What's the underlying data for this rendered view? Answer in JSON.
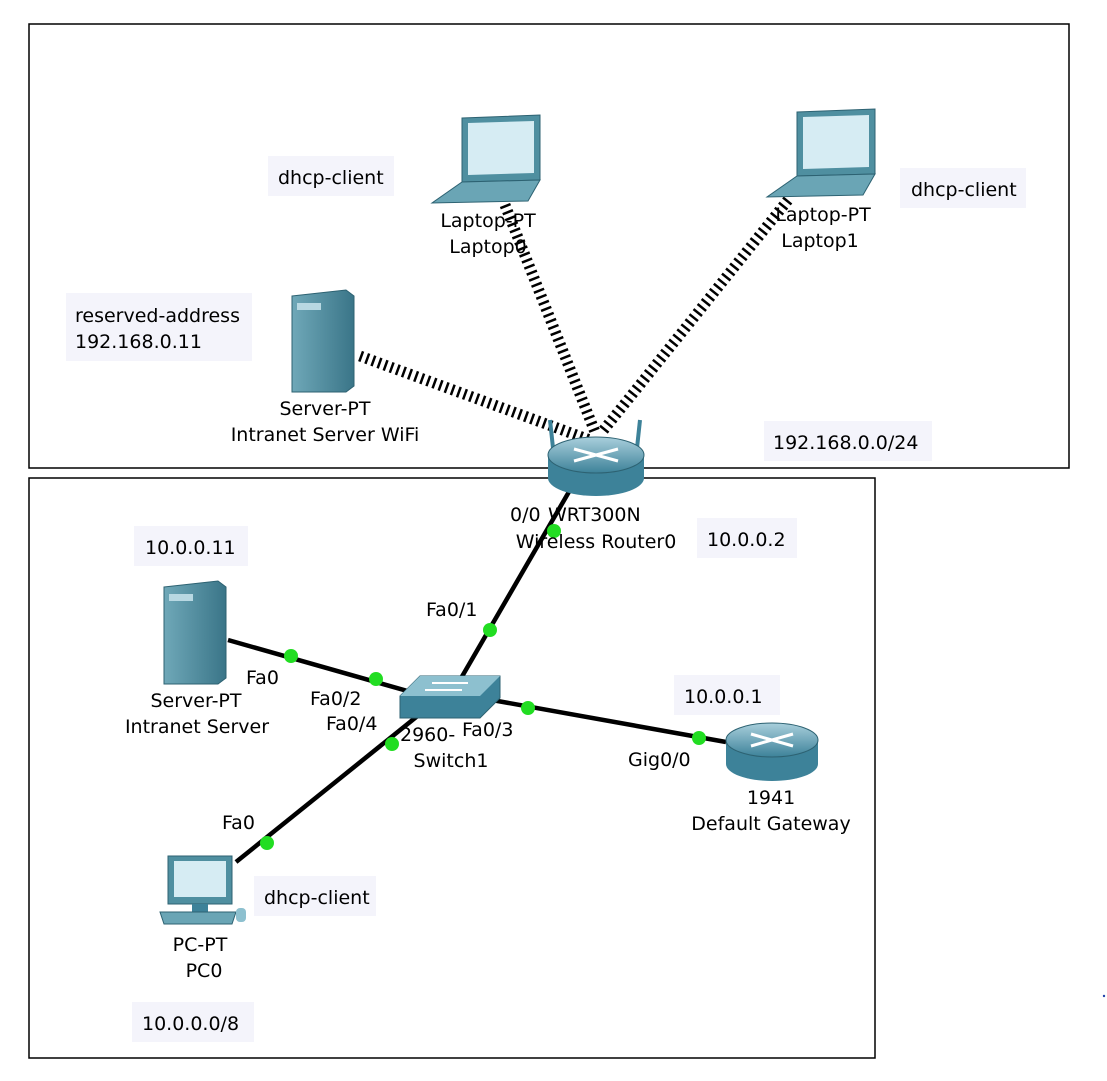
{
  "areas": [
    {
      "id": "wifi",
      "network": "192.168.0.0/24"
    },
    {
      "id": "lan",
      "network": "10.0.0.0/8"
    }
  ],
  "notes": {
    "dhcp_laptop0": "dhcp-client",
    "dhcp_laptop1": "dhcp-client",
    "reserved_line1": "reserved-address",
    "reserved_line2": "192.168.0.11",
    "wifi_network": "192.168.0.0/24",
    "server_ip": "10.0.0.11",
    "router_ip": "10.0.0.2",
    "gateway_ip": "10.0.0.1",
    "pc_dhcp": "dhcp-client",
    "lan_network": "10.0.0.0/8"
  },
  "devices": {
    "laptop0": {
      "model": "Laptop-PT",
      "name": "Laptop0"
    },
    "laptop1": {
      "model": "Laptop-PT",
      "name": "Laptop1"
    },
    "wifi_server": {
      "model": "Server-PT",
      "name": "Intranet Server WiFi"
    },
    "wireless_router": {
      "model": "WRT300N",
      "port_prefix": "0/0",
      "name": "Wireless Router0"
    },
    "intranet_server": {
      "model": "Server-PT",
      "name": "Intranet Server"
    },
    "switch": {
      "model": "2960-",
      "name": "Switch1"
    },
    "gateway": {
      "model": "1941",
      "name": "Default Gateway"
    },
    "pc": {
      "model": "PC-PT",
      "name": "PC0"
    }
  },
  "ports": {
    "switch_fa0_1": "Fa0/1",
    "switch_fa0_2": "Fa0/2",
    "switch_fa0_3": "Fa0/3",
    "switch_fa0_4": "Fa0/4",
    "server_fa0": "Fa0",
    "pc_fa0": "Fa0",
    "gateway_gig0_0": "Gig0/0"
  },
  "colors": {
    "link_up": "#22dd22",
    "cable": "#000000",
    "device_teal": "#4f8fa0",
    "note_background": "#f4f4fb"
  }
}
